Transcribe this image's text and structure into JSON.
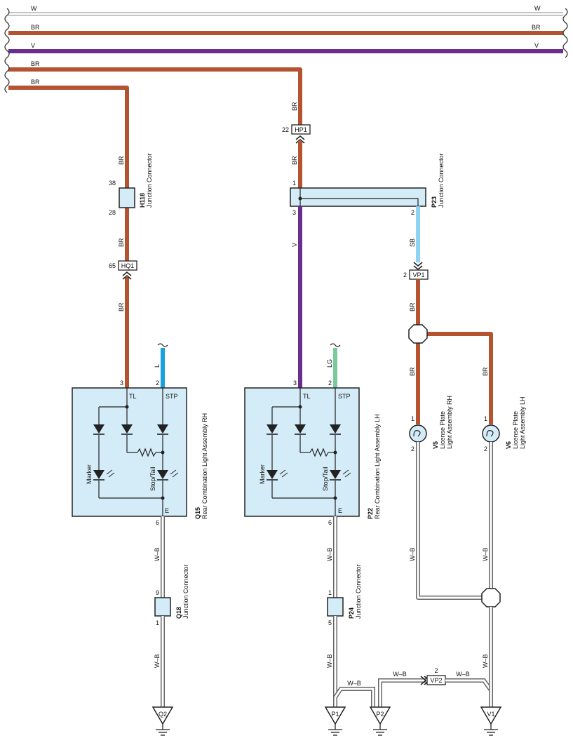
{
  "colors": {
    "BR": "#b3532f",
    "V": "#6b2d8f",
    "L": "#1aa0dc",
    "LG": "#7cc99b",
    "SB": "#8fd3f4",
    "W": "#ffffff",
    "connector_fill": "#d4ecf7"
  },
  "wire_labels": {
    "w_left": "W",
    "w_right": "W",
    "br1_left": "BR",
    "br1_right": "BR",
    "v_left": "V",
    "v_right": "V",
    "br2_left": "BR",
    "br3_left": "BR",
    "br_h118_top": "BR",
    "br_h118_bot": "BR",
    "br_hq1_bot": "BR",
    "br_hp1_top": "BR",
    "br_hp1_bot": "BR",
    "v_p23": "V",
    "sb_p23": "SB",
    "br_vp1": "BR",
    "br_v5": "BR",
    "br_v6": "BR",
    "l_q15": "L",
    "lg_p22": "LG",
    "wb_q15": "W–B",
    "wb_q18": "W–B",
    "wb_p22": "W–B",
    "wb_p24": "W–B",
    "wb_v5": "W–B",
    "wb_v6": "W–B",
    "wb_v1": "W–B",
    "wb_p1": "W–B",
    "wb_p2": "W–B",
    "wb_vp2": "W–B"
  },
  "connectors": {
    "h118": {
      "name": "H118",
      "desc": "Junction Connector",
      "pin_top": "38",
      "pin_bot": "28"
    },
    "hq1": {
      "name": "HQ1",
      "pin": "65"
    },
    "hp1": {
      "name": "HP1",
      "pin": "22"
    },
    "p23": {
      "name": "P23",
      "desc": "Junction Connector",
      "pin1": "1",
      "pin2": "2",
      "pin3": "3"
    },
    "vp1": {
      "name": "VP1",
      "pin": "2"
    },
    "vp2": {
      "name": "VP2",
      "pin": "2"
    },
    "q18": {
      "name": "Q18",
      "desc": "Junction Connector",
      "pin_top": "9",
      "pin_bot": "1"
    },
    "p24": {
      "name": "P24",
      "desc": "Junction Connector",
      "pin_top": "1",
      "pin_bot": "5"
    }
  },
  "components": {
    "q15": {
      "name": "Q15",
      "desc": "Rear Combination Light Assembly RH",
      "pin_tl": "3",
      "pin_stp": "2",
      "pin_e": "6",
      "tl": "TL",
      "stp": "STP",
      "e": "E",
      "marker": "Marker",
      "stoptail": "Stop/Tail"
    },
    "p22": {
      "name": "P22",
      "desc": "Rear Combination Light Assembly LH",
      "pin_tl": "3",
      "pin_stp": "2",
      "pin_e": "6",
      "tl": "TL",
      "stp": "STP",
      "e": "E",
      "marker": "Marker",
      "stoptail": "Stop/Tail"
    },
    "v5": {
      "name": "V5",
      "desc1": "License Plate",
      "desc2": "Light Assembly RH",
      "pin1": "1",
      "pin2": "2"
    },
    "v6": {
      "name": "V6",
      "desc1": "License Plate",
      "desc2": "Light Assembly LH",
      "pin1": "1",
      "pin2": "2"
    }
  },
  "grounds": {
    "q2": "Q2",
    "p1": "P1",
    "p2": "P2",
    "v1": "V1"
  }
}
